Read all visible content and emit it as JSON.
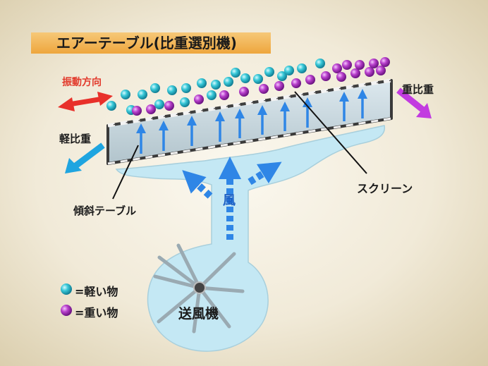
{
  "title": "エアーテーブル(比重選別機)",
  "labels": {
    "vibration_direction": "振動方向",
    "heavy_gravity": "重比重",
    "light_gravity": "軽比重",
    "screen": "スクリーン",
    "inclined_table": "傾斜テーブル",
    "wind": "風",
    "blower": "送風機"
  },
  "legend": [
    {
      "label": "=軽い物",
      "color": "#2ab4c8"
    },
    {
      "label": "=重い物",
      "color": "#b43bc8"
    }
  ],
  "colors": {
    "vibration_arrow": "#e8302a",
    "heavy_arrow": "#c23be0",
    "light_arrow": "#1fa5e0",
    "air": "#2f86e6",
    "title_bar": "#f0a640"
  }
}
